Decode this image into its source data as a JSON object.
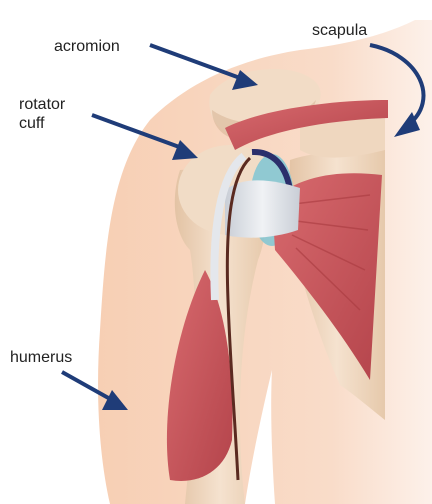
{
  "labels": {
    "acromion": "acromion",
    "scapula": "scapula",
    "rotator_cuff_line1": "rotator",
    "rotator_cuff_line2": "cuff",
    "humerus": "humerus"
  },
  "colors": {
    "skin": "#f8d9c5",
    "bone": "#f0d8c0",
    "bone_shadow": "#d9b89a",
    "muscle": "#c9545a",
    "muscle_dark": "#a83a40",
    "tendon": "#dfe3e8",
    "cartilage": "#7fc6d4",
    "arrow": "#1f3c78"
  }
}
